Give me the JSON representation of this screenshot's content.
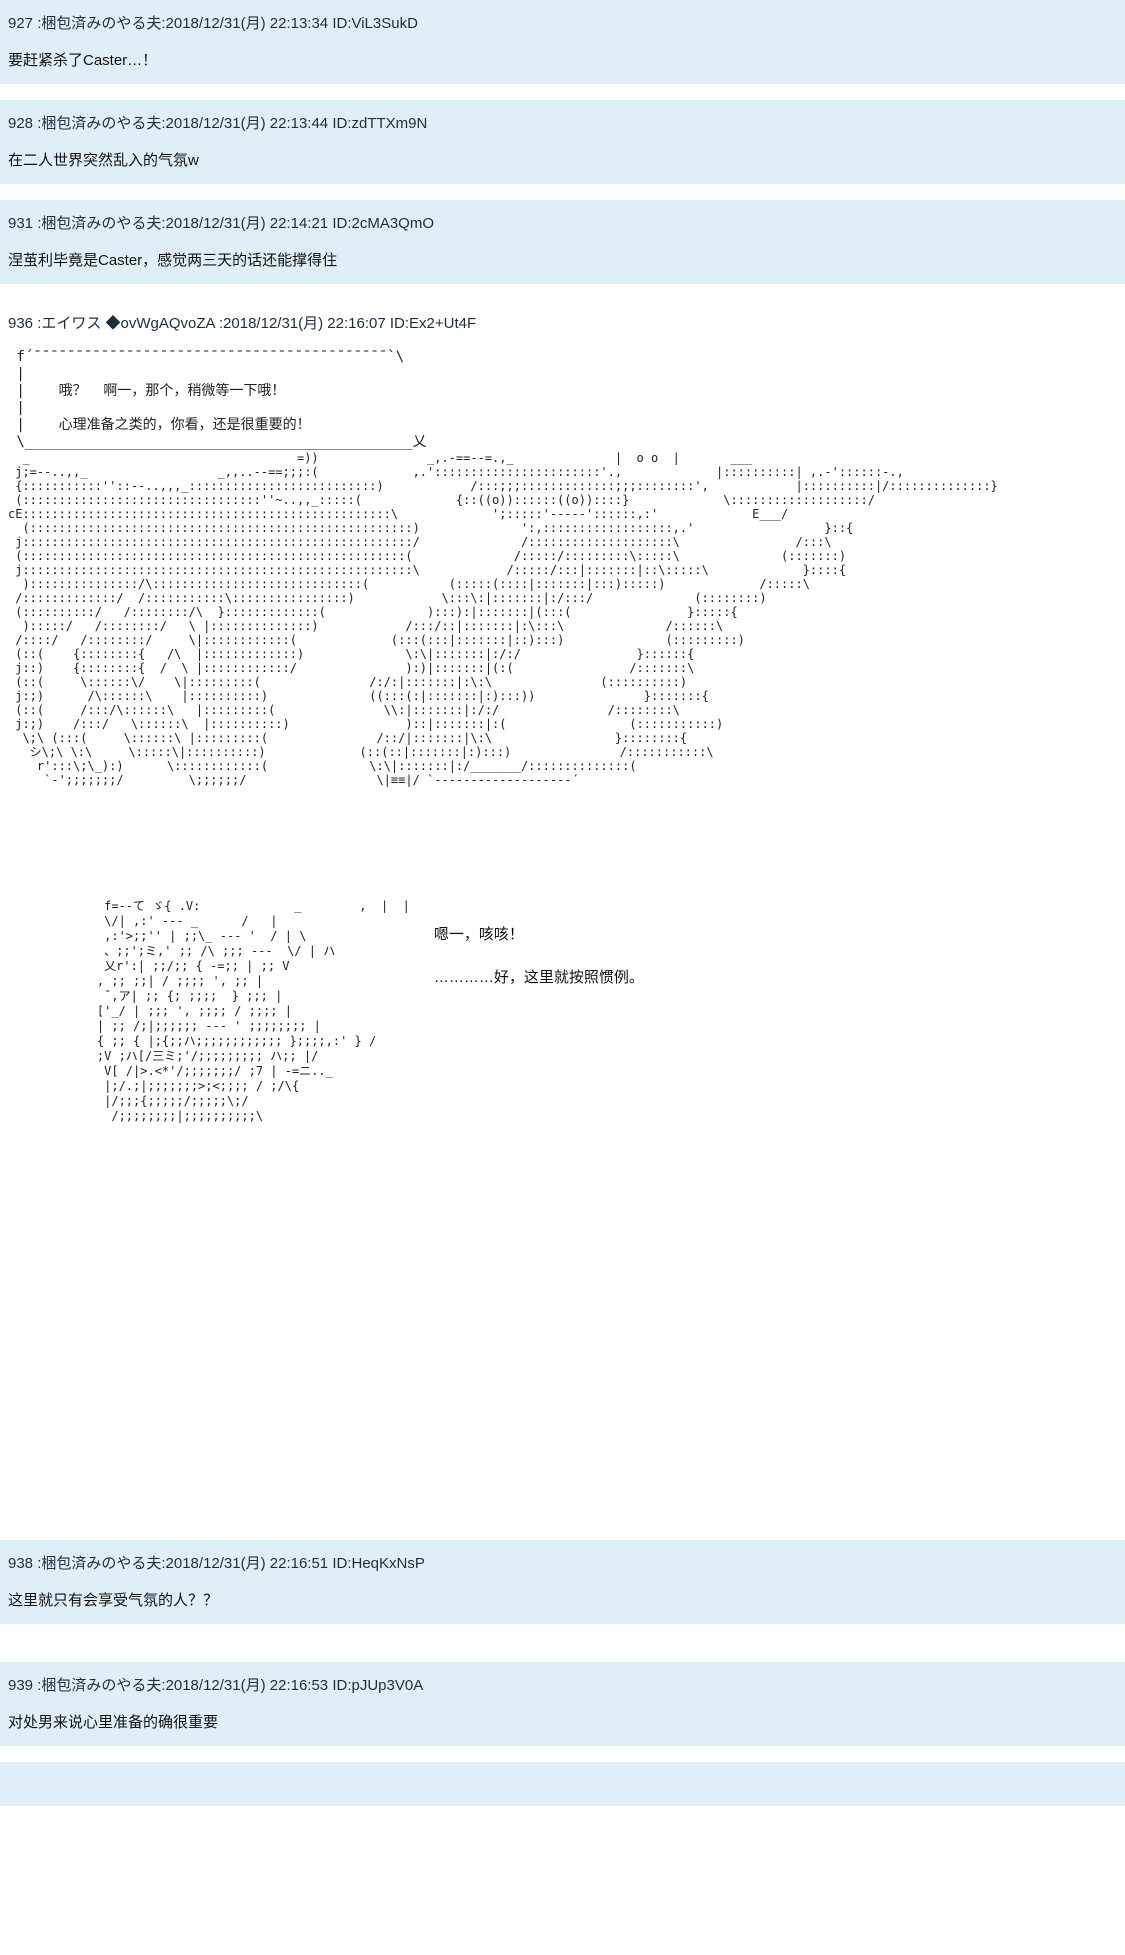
{
  "page": {
    "bg_color": "#ffffff",
    "post_bg_color": "#e0eff7"
  },
  "posts": [
    {
      "id": "927",
      "header": "927 :梱包済みのやる夫:2018/12/31(月) 22:13:34 ID:ViL3SukD",
      "body": "要赶紧杀了Caster…！"
    },
    {
      "id": "928",
      "header": "928 :梱包済みのやる夫:2018/12/31(月) 22:13:44 ID:zdTTXm9N",
      "body": "在二人世界突然乱入的气氛w"
    },
    {
      "id": "931",
      "header": "931 :梱包済みのやる夫:2018/12/31(月) 22:14:21 ID:2cMA3QmO",
      "body": "涅茧利毕竟是Caster，感觉两三天的话还能撑得住"
    },
    {
      "id": "938",
      "header": "938 :梱包済みのやる夫:2018/12/31(月) 22:16:51 ID:HeqKxNsP",
      "body": "这里就只有会享受气氛的人？？"
    },
    {
      "id": "939",
      "header": "939 :梱包済みのやる夫:2018/12/31(月) 22:16:53 ID:pJUp3V0A",
      "body": "对处男来说心里准备的确很重要"
    }
  ],
  "author_post": {
    "header": "936 :エイワス ◆ovWgAQvoZA :2018/12/31(月) 22:16:07 ID:Ex2+Ut4F",
    "bubble": [
      " f´¯¯¯¯¯¯¯¯¯¯¯¯¯¯¯¯¯¯¯¯¯¯¯¯¯¯¯¯¯¯¯¯¯¯¯¯¯¯¯¯¯¯`\\",
      " |",
      " |    哦？  啊一，那个，稍微等一下哦！",
      " |",
      " |    心理准备之类的，你看，还是很重要的！",
      " \\______________________________________________乂"
    ],
    "aa_main": [
      "  _                                     =))               _,.-==--=.,_              |  o o  |       ___",
      " j;=--..,,_                  _,,..--==;;;:(             ,.':::::::::::::::::::::::'.,             |::::::::::| ,.-'::::::-.,",
      " {:::::::::::''::--..,,,_::::::::::::::::::::::::::)            /:::;;;:::::::::::::;;;::::::::',            |::::::::::|/::::::::::::::}",
      " (:::::::::::::::::::::::::::::::::''~..,,_:::::(             {::((o))::::::((o))::::}             \\:::::::::::::::::::/",
      "cE:::::::::::::::::::::::::::::::::::::::::::::::::::\\             ';:::::'-----'::::::,:'             E___/",
      "  (:::::::::::::::::::::::::::::::::::::::::::::::::::::)              ':,::::::::::::::::::,.'                  }::{",
      " j::::::::::::::::::::::::::::::::::::::::::::::::::::::/              /::::::::::::::::::::\\                /:::\\",
      " (:::::::::::::::::::::::::::::::::::::::::::::::::::::(              /:::::/:::::::::\\:::::\\              (:::::::)",
      " j::::::::::::::::::::::::::::::::::::::::::::::::::::::\\            /:::::/:::|:::::::|::\\:::::\\             }::::{",
      "  ):::::::::::::::/\\:::::::::::::::::::::::::::::(           (:::::(::::|:::::::|:::):::::)             /:::::\\",
      " /:::::::::::::/  /:::::::::::\\::::::::::::::::)            \\:::\\:|:::::::|:/:::/              (::::::::)",
      " (::::::::::/   /::::::::/\\  }:::::::::::::(              ):::):|:::::::|(:::(                }:::::{",
      "  ):::::/   /::::::::/   \\ |::::::::::::::)            /:::/::|:::::::|:\\:::\\              /::::::\\",
      " /::::/   /::::::::/     \\|::::::::::::(             (:::(:::|:::::::|::):::)              (:::::::::)",
      " (::(    {::::::::{   /\\  |:::::::::::::)              \\:\\|:::::::|:/:/                }::::::{",
      " j::)    {::::::::{  /  \\ |::::::::::::/               ):)|:::::::|(:(                /:::::::\\",
      " (::(     \\::::::\\/    \\|:::::::::(               /:/:|:::::::|:\\:\\               (::::::::::)",
      " j:;)      /\\::::::\\    |::::::::::)              ((:::(:|:::::::|:):::))               }:::::::{",
      " (::(     /:::/\\::::::\\   |:::::::::(               \\\\:|:::::::|:/:/               /::::::::\\",
      " j:;)    /:::/   \\::::::\\  |::::::::::)                )::|:::::::|:(                 (:::::::::::)",
      "  \\;\\ (:::(     \\::::::\\ |:::::::::(               /::/|:::::::|\\:\\                 }::::::::{",
      "   シ\\;\\ \\:\\     \\:::::\\|::::::::::)             (::(::|:::::::|:):::)               /:::::::::::\\",
      "    r':::\\;\\_):)      \\::::::::::::(              \\:\\|:::::::|:/_______/::::::::::::::(",
      "     `-';;;;;;;/         \\;;;;;;/                  \\|≡≡|/ `-------------------´"
    ],
    "aa_second": [
      "     f=--て ゞ{ .V:             _        ,  |  |",
      "     \\/| ,:' --- _      /   |",
      "     ,:'>;;'' | ;;\\_ --- '  / | \\",
      "     、;;';ミ,' ;; /\\ ;;; ---  \\/ | ハ",
      "     乂r':| ;;/;; { -=;; | ;; V",
      "    , ;; ;;| / ;;;; ', ;; |",
      "     ¯,ア| ;; {; ;;;;  } ;;; |",
      "    ['_/ | ;;; ', ;;;; / ;;;; |",
      "    | ;; /;|;;;;;; --- ' ;;;;;;;; |",
      "    { ;; { |;{;;ハ;;;;;;;;;;;; };;;;,:' } /",
      "    ;V ;ハ[/三ミ;'/;;;;;;;;; ハ;; |/",
      "     V[ /|>.<*'/;;;;;;;/ ;7 | -=ニ.._",
      "     |;/.;|;;;;;;;>;<;;;; / ;/\\{",
      "     |/;;;{;;;;;/;;;;;\\;/",
      "      /;;;;;;;;|;;;;;;;;;;\\"
    ],
    "dialogue": [
      "嗯一，咳咳！",
      "…………好，这里就按照惯例。"
    ]
  }
}
